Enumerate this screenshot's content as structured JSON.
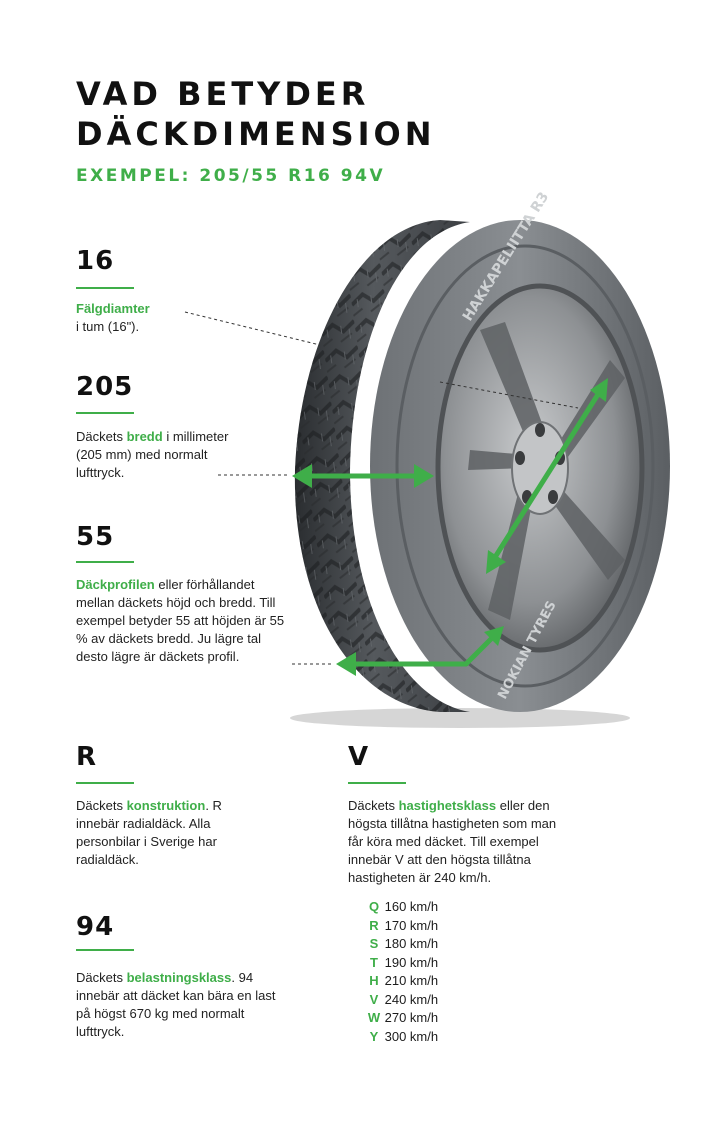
{
  "header": {
    "title_line1": "VAD BETYDER",
    "title_line2": "DÄCKDIMENSION",
    "subtitle": "EXEMPEL: 205/55 R16 94V"
  },
  "colors": {
    "accent": "#3fae49",
    "text": "#1c1c1c"
  },
  "tyre_text": {
    "sidewall_model": "HAKKAPELIITTA R3",
    "sidewall_brand": "NOKIAN TYRES"
  },
  "sections": {
    "rim": {
      "number": "16",
      "label": "Fälgdiamter",
      "rest": "i tum (16\")."
    },
    "width": {
      "number": "205",
      "pre": "Däckets ",
      "label": "bredd",
      "rest": " i millimeter (205 mm) med normalt lufttryck."
    },
    "profile": {
      "number": "55",
      "label": "Däckprofilen",
      "rest": " eller förhållandet mellan däckets höjd och bredd. Till exempel betyder 55 att höjden är 55 % av däckets bredd. Ju lägre tal desto lägre är däckets profil."
    },
    "construction": {
      "number": "R",
      "pre": "Däckets ",
      "label": "konstruktion",
      "rest": ". R innebär radialdäck. Alla personbilar i Sverige har radialdäck."
    },
    "load": {
      "number": "94",
      "pre": "Däckets ",
      "label": "belastningsklass",
      "rest": ".  94 innebär att däcket kan bära en last på högst 670 kg med normalt lufttryck."
    },
    "speed": {
      "number": "V",
      "pre": "Däckets ",
      "label": "hastighetsklass",
      "rest": " eller den högsta tillåtna hastigheten som man får köra med däcket. Till exempel innebär V att den högsta tillåtna hastigheten är 240 km/h.",
      "table": [
        {
          "letter": "Q",
          "value": "160  km/h"
        },
        {
          "letter": "R",
          "value": "170  km/h"
        },
        {
          "letter": "S",
          "value": "180  km/h"
        },
        {
          "letter": "T",
          "value": "190  km/h"
        },
        {
          "letter": "H",
          "value": "210  km/h"
        },
        {
          "letter": "V",
          "value": "240  km/h"
        },
        {
          "letter": "W",
          "value": "270  km/h"
        },
        {
          "letter": "Y",
          "value": "300 km/h"
        }
      ]
    }
  }
}
